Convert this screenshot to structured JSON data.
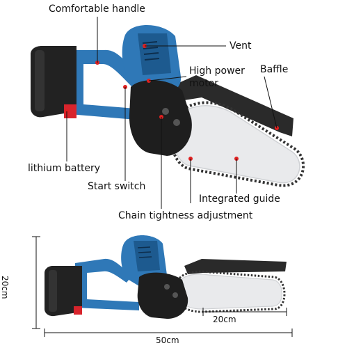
{
  "labels": {
    "comfortable_handle": "Comfortable handle",
    "vent": "Vent",
    "high_power_motor_line1": "High power",
    "high_power_motor_line2": "motor",
    "baffle": "Baffle",
    "lithium_battery": "lithium battery",
    "start_switch": "Start switch",
    "integrated_guide": "Integrated guide",
    "chain_tightness": "Chain tightness adjustment"
  },
  "dimensions": {
    "height": "20cm",
    "guide_length": "20cm",
    "total_length": "50cm"
  },
  "colors": {
    "body_blue": "#2f78b7",
    "body_blue_dark": "#1d5a8f",
    "battery_black": "#222222",
    "cover_black": "#1e1e1e",
    "guide_silver": "#e9eaec",
    "chain": "#333333",
    "callout_dot": "#e02020",
    "line": "#111111"
  }
}
